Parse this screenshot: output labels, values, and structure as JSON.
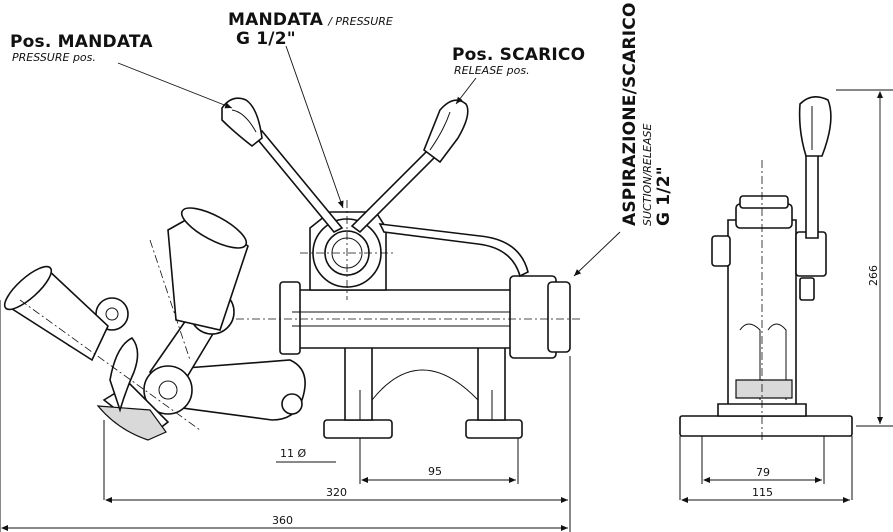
{
  "labels": {
    "mandata_pos": "Pos. MANDATA",
    "pressure_pos": "PRESSURE pos.",
    "mandata": "MANDATA",
    "pressure": "/ PRESSURE",
    "mandata_thread": "G 1/2\"",
    "scarico_pos": "Pos. SCARICO",
    "release_pos": "RELEASE pos.",
    "aspirazione": "ASPIRAZIONE/SCARICO",
    "suction_release": "SUCTION/RELEASE",
    "aspirazione_thread": "G 1/2\""
  },
  "dimensions": {
    "hole": "11 Ø",
    "d95": "95",
    "d320": "320",
    "d360": "360",
    "d79": "79",
    "d115": "115",
    "d266": "266"
  }
}
